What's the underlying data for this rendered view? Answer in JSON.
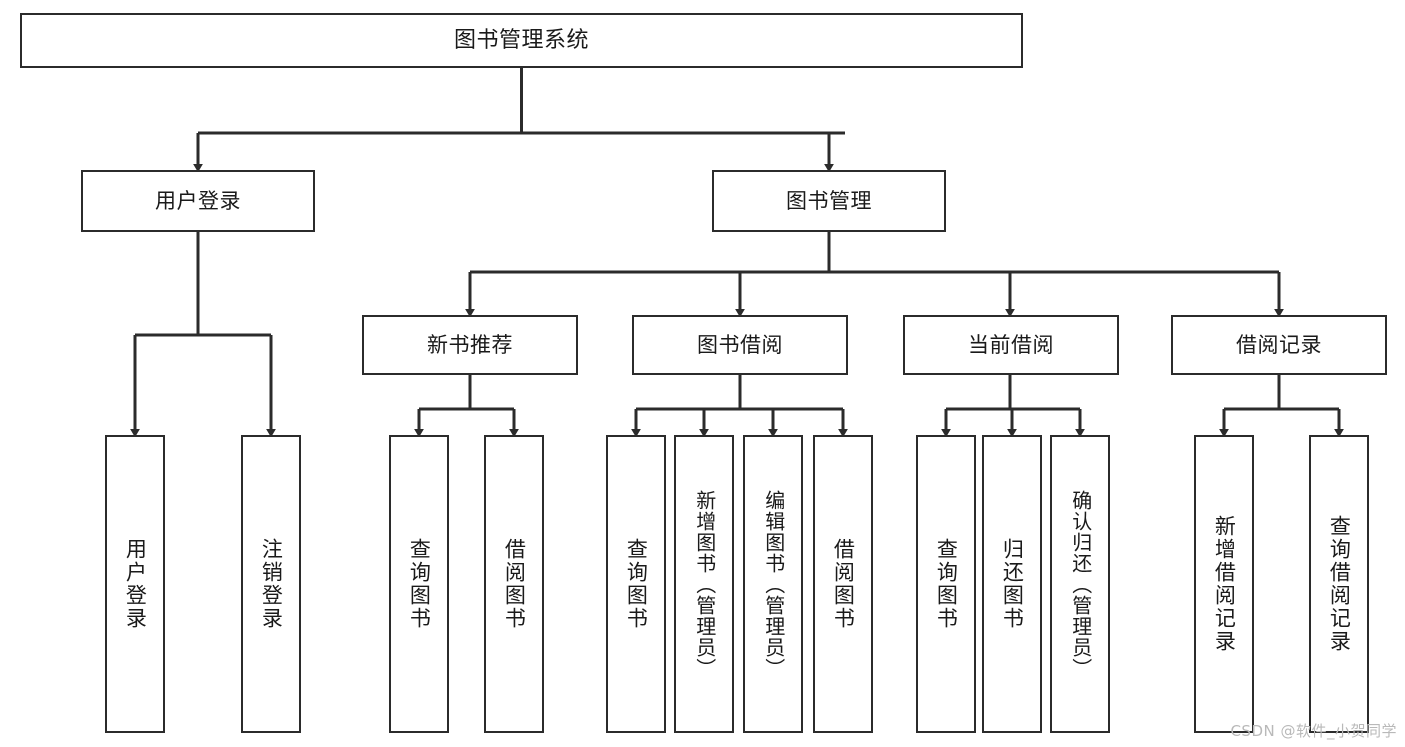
{
  "diagram": {
    "title": "图书管理系统",
    "type": "tree-hierarchy",
    "root": {
      "label": "图书管理系统"
    },
    "level2": [
      {
        "label": "用户登录"
      },
      {
        "label": "图书管理"
      }
    ],
    "level3": [
      {
        "label": "新书推荐"
      },
      {
        "label": "图书借阅"
      },
      {
        "label": "当前借阅"
      },
      {
        "label": "借阅记录"
      }
    ],
    "leaves": {
      "user_login": [
        {
          "label": "用户登录"
        },
        {
          "label": "注销登录"
        }
      ],
      "new_book_recommend": [
        {
          "label": "查询图书"
        },
        {
          "label": "借阅图书"
        }
      ],
      "book_borrow": [
        {
          "label": "查询图书"
        },
        {
          "label": "新增图书（管理员）"
        },
        {
          "label": "编辑图书（管理员）"
        },
        {
          "label": "借阅图书"
        }
      ],
      "current_borrow": [
        {
          "label": "查询图书"
        },
        {
          "label": "归还图书"
        },
        {
          "label": "确认归还（管理员）"
        }
      ],
      "borrow_record": [
        {
          "label": "新增借阅记录"
        },
        {
          "label": "查询借阅记录"
        }
      ]
    }
  },
  "watermark": {
    "text": "CSDN @软件_小贺同学"
  },
  "colors": {
    "box_border": "#2b2b2b",
    "box_fill": "#ffffff",
    "text": "#1a1a1a",
    "connector": "#2b2b2b",
    "watermark": "#b9b9b9"
  }
}
